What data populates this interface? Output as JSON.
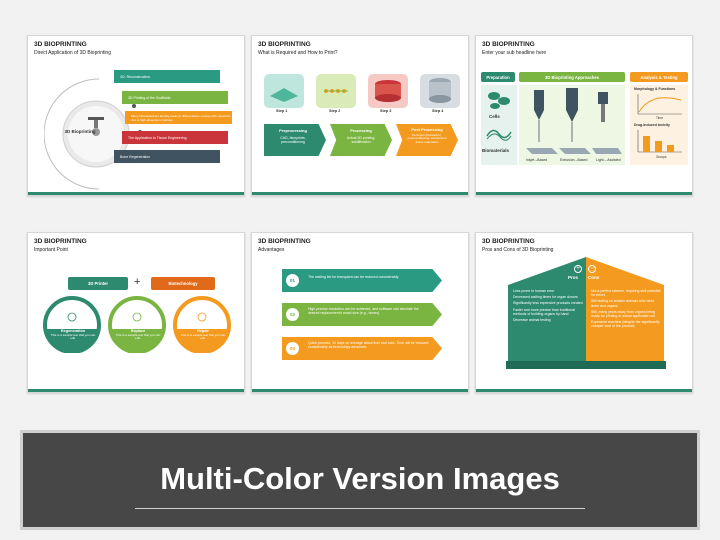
{
  "colors": {
    "green": "#2e8a6e",
    "lime": "#7ab541",
    "orange": "#f39a1f",
    "red": "#c9353a",
    "slate": "#3f5360",
    "teal": "#2b9a82"
  },
  "slides": [
    {
      "title": "3D BIOPRINTING",
      "subtitle": "Direct Application of 3D Bioprinting",
      "center_label": "3D Bioprinting",
      "bars": [
        "4D- Reconstruction",
        "3D Printing of the Scaffolds",
        "Many bioresearchers identify areas of differentiation overlap with capacities due to high-dimension modules",
        "The Application to Tissue Engineering",
        "Bone Regeneration"
      ]
    },
    {
      "title": "3D BIOPRINTING",
      "subtitle": "What is Required and How to Print?",
      "steps": [
        "Step 1",
        "Step 2",
        "Step 3",
        "Step 4"
      ],
      "phases": [
        {
          "name": "Preprocessing",
          "desc": "CAD, blueprints, preconditioning"
        },
        {
          "name": "Processing",
          "desc": "Actual 3D printing, solidification"
        },
        {
          "name": "Post Processing",
          "desc": "Perfusion (bioreactor), postconditioning, accelerated tissue maturation"
        }
      ]
    },
    {
      "title": "3D BIOPRINTING",
      "subtitle": "Enter your sub headline here",
      "headers": [
        "Preparation",
        "3D Bioprinting Approaches",
        "Analysis & Testing"
      ],
      "left_labels": [
        "Cells",
        "Biomaterials"
      ],
      "methods": [
        "Inkjet –Based",
        "Extrusion –Based",
        "Light – Assisted"
      ],
      "analysis": [
        "Morphology & Functions",
        "Time",
        "Drug-Induced toxicity",
        "Groups"
      ]
    },
    {
      "title": "3D BIOPRINTING",
      "subtitle": "Important Point",
      "chips": [
        "3D Printer",
        "+",
        "Biotechnology"
      ],
      "circles": [
        {
          "name": "Regeneration",
          "desc": "This is a sample text that you can edit."
        },
        {
          "name": "Replace",
          "desc": "This is a sample text that you can edit."
        },
        {
          "name": "Repair",
          "desc": "This is a sample text that you can edit."
        }
      ]
    },
    {
      "title": "3D BIOPRINTING",
      "subtitle": "Advantages",
      "items": [
        {
          "num": "01",
          "text": "The waiting list for transplant can be reduced considerably."
        },
        {
          "num": "02",
          "text": "High-precise resolution can be achieved, and software can simulate the desired replacement's exact size (e.g., bones)."
        },
        {
          "num": "03",
          "text": "Quick process, 10 days on average about liver and tube. Time will be reduced considerably as technology advances."
        }
      ]
    },
    {
      "title": "3D BIOPRINTING",
      "subtitle": "Pros and Cons of 3D Bioprinting",
      "pros_label": "Pros",
      "cons_label": "Cons",
      "pros": [
        "Less prone to human error",
        "Decreased waiting times for organ donors",
        "Significantly less expensive products created",
        "Faster and more precise than traditional methods of building organs by hand",
        "Decrease animal testing"
      ],
      "cons": [
        "Not a perfect science, requiring skill potential for errors",
        "Still testing on smaller animals who need limbs and organs",
        "Still, many years away from organs being ready for printing or actual applicable use",
        "Expensive machine (despite the significantly cheaper cost of the product)"
      ]
    }
  ],
  "banner": {
    "title": "Multi-Color Version Images"
  }
}
